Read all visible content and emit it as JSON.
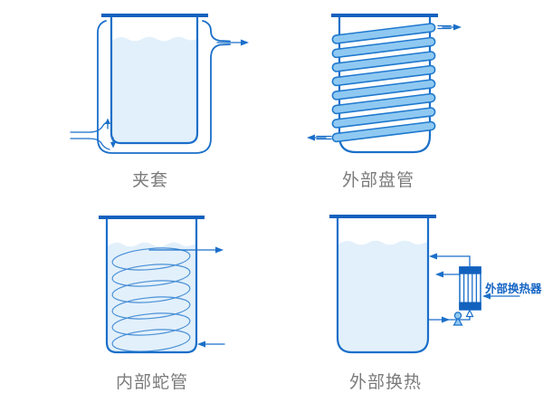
{
  "figure": {
    "description_note": ""
  },
  "colors": {
    "background": "#ffffff",
    "line": "#1a6fc9",
    "solid": "#1261be",
    "coil_fill": "#8fc9f2",
    "coil_stroke": "#2079cd",
    "liquid": "#e2f0fb",
    "spiral": "#4a90d6",
    "label_gray": "#7b7b7b",
    "annotation_blue": "#1464c4"
  },
  "diagrams": [
    {
      "id": "jacket",
      "label": "夹套"
    },
    {
      "id": "external-coil",
      "label": "外部盘管"
    },
    {
      "id": "internal-coil",
      "label": "内部蛇管"
    },
    {
      "id": "external-exchange",
      "label": "外部换热",
      "annotation": "外部换热器"
    }
  ]
}
